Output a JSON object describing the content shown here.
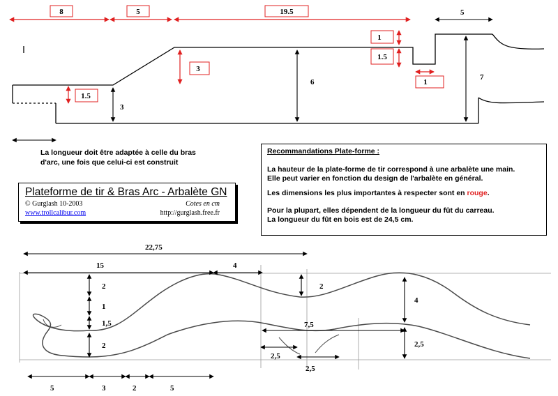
{
  "top_diagram": {
    "red_dims": [
      "8",
      "5",
      "19.5",
      "1",
      "1.5",
      "1",
      "1.5",
      "3"
    ],
    "black_dims": [
      "5",
      "6",
      "7",
      "3"
    ]
  },
  "note": {
    "line1": "La longueur doit être adaptée à celle du bras",
    "line2": "d'arc, une fois que celui-ci est construit"
  },
  "title_box": {
    "title": "Plateforme de tir & Bras Arc - Arbalète GN",
    "copyright": "© Gurglash 10-2003",
    "cotes": "Cotes en cm",
    "link": "www.trollcalibur.com",
    "url": "http://gurglash.free.fr"
  },
  "recommendations": {
    "title": "Recommandations Plate-forme :",
    "p1a": "La hauteur de la plate-forme de tir correspond à une arbalète une main.",
    "p1b": "Elle peut varier en fonction du design de l'arbalète en général.",
    "p2a": "Les dimensions les plus importantes à respecter sont en ",
    "p2red": "rouge",
    "p2b": ".",
    "p3a": "Pour la plupart, elles dépendent de la longueur du fût du carreau.",
    "p3b": "La longueur du fût en bois est de 24,5 cm."
  },
  "bottom_diagram": {
    "dims": [
      "22,75",
      "15",
      "4",
      "2",
      "1",
      "1,5",
      "2",
      "2",
      "7,5",
      "4",
      "2,5",
      "2,5",
      "2,5",
      "5",
      "3",
      "2",
      "5"
    ]
  },
  "colors": {
    "red": "#e02020",
    "black": "#000000",
    "grey": "#9a9a9a"
  }
}
